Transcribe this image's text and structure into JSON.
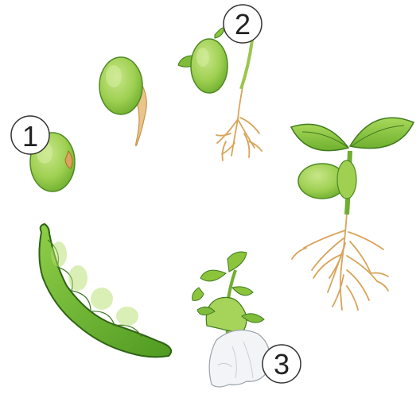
{
  "labels": {
    "step_1": "1",
    "step_2": "2",
    "step_3": "3"
  },
  "stages": [
    {
      "name": "seed"
    },
    {
      "name": "germinating-seed"
    },
    {
      "name": "seedling"
    },
    {
      "name": "young-plant"
    },
    {
      "name": "flowering-plant"
    },
    {
      "name": "bean-pod"
    }
  ],
  "colors": {
    "leaf_light": "#a6d45a",
    "leaf_mid": "#8cc43c",
    "leaf_dark": "#5a9a26",
    "outline": "#3f7a1e",
    "root": "#e6b97a",
    "root_dark": "#c9934a",
    "flower": "#f2f4f6",
    "badge_stroke": "#333333"
  }
}
